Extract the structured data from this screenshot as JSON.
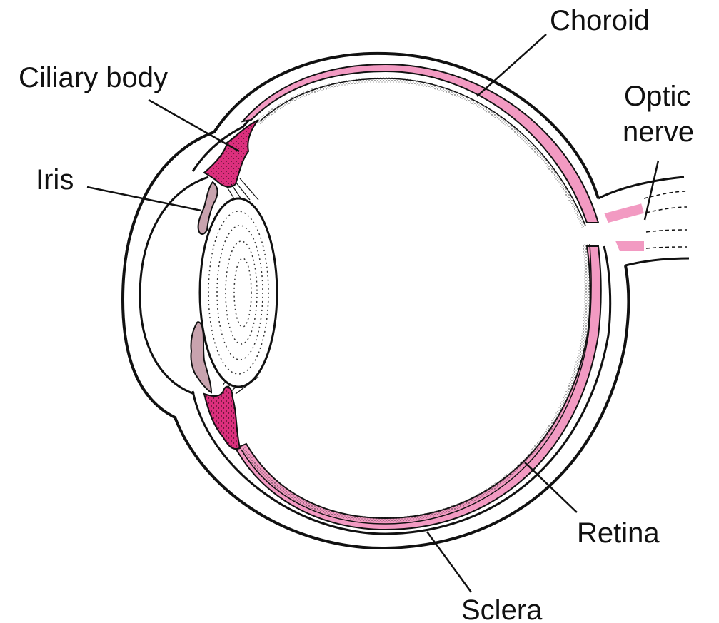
{
  "labels": {
    "choroid": "Choroid",
    "ciliary_body": "Ciliary body",
    "optic_nerve_line1": "Optic",
    "optic_nerve_line2": "nerve",
    "iris": "Iris",
    "retina": "Retina",
    "sclera": "Sclera"
  },
  "colors": {
    "choroid": "#f29ac2",
    "ciliary_body": "#dc2f7d",
    "iris": "#c8a3ae",
    "outline": "#111111",
    "background": "#ffffff"
  }
}
